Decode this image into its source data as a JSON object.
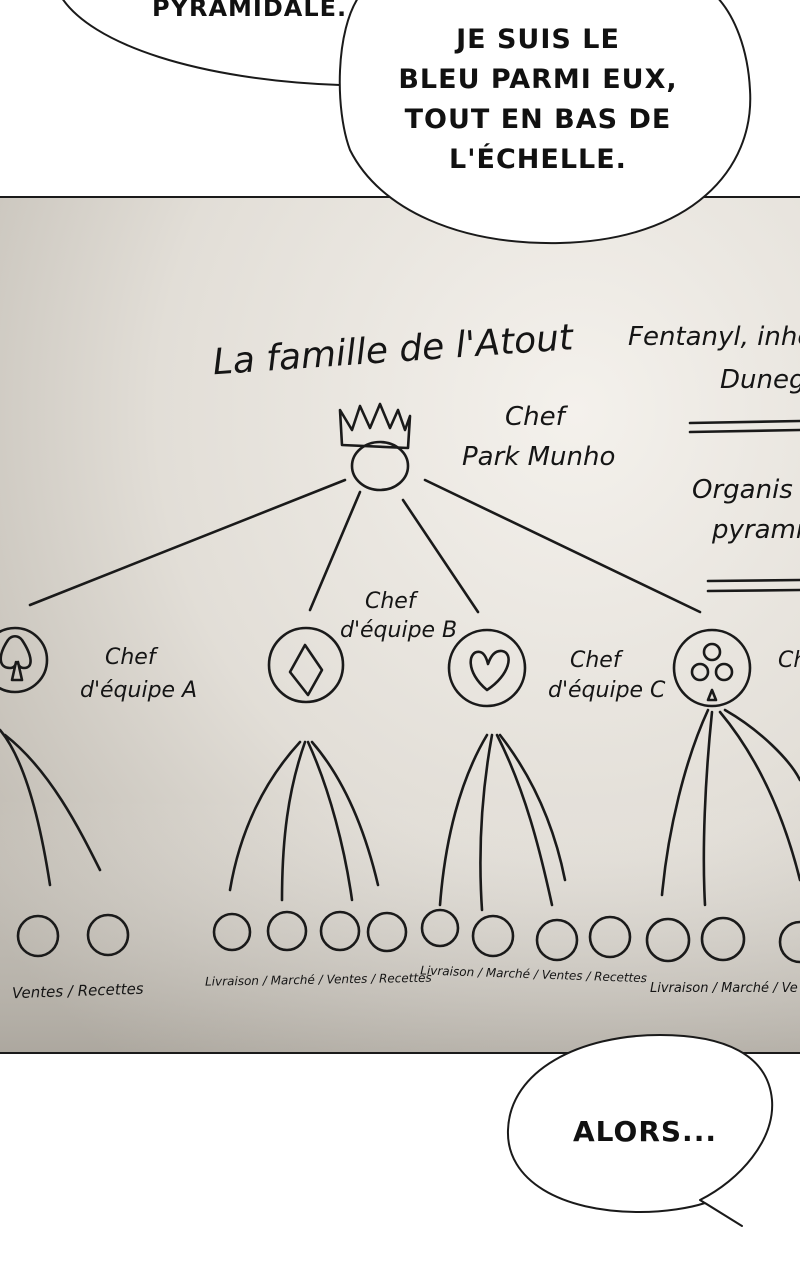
{
  "bubbles": {
    "top_left_fragment": "PYRAMIDALE.",
    "top_right": [
      "JE SUIS LE",
      "BLEU PARMI EUX,",
      "TOUT EN BAS DE",
      "L'ÉCHELLE."
    ],
    "bottom": "ALORS..."
  },
  "board": {
    "title": "La famille de l'Atout",
    "boss_label": [
      "Chef",
      "Park Munho"
    ],
    "right_notes": [
      "Fentanyl, inho",
      "Duneg",
      "Organis",
      "pyrami"
    ],
    "team_a": [
      "Chef",
      "d'équipe A"
    ],
    "team_b": [
      "Chef",
      "d'équipe B"
    ],
    "team_c": [
      "Chef",
      "d'équipe C"
    ],
    "team_d_fragment": "Ch",
    "bottom_labels": {
      "a": "Ventes / Recettes",
      "b": "Livraison / Marché / Ventes / Recettes",
      "c": "Livraison / Marché / Ventes / Recettes",
      "d": "Livraison / Marché / Ve"
    }
  },
  "icons": {
    "boss": "crown-icon",
    "team_a": "spade-icon",
    "team_b": "diamond-icon",
    "team_c": "heart-icon",
    "team_d": "club-icon"
  },
  "colors": {
    "board_light": "#efece6",
    "board_dark": "#c8c3bb",
    "ink": "#1a1a1a"
  }
}
